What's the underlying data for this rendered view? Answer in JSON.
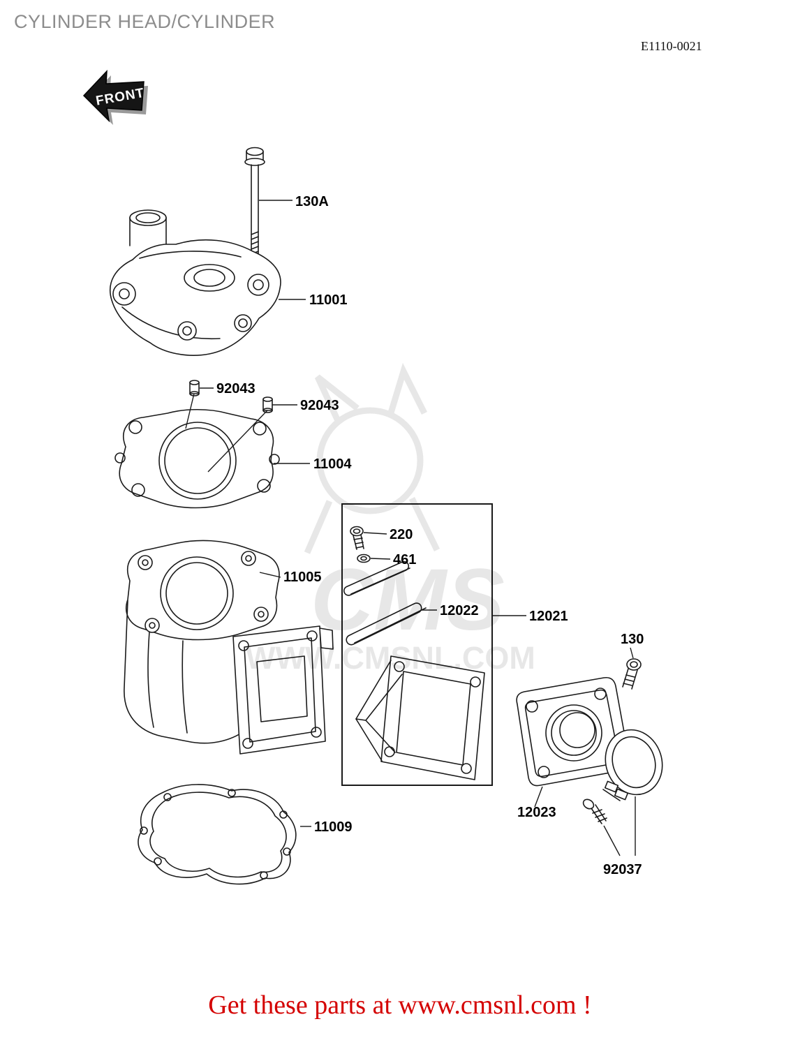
{
  "page": {
    "title": "CYLINDER HEAD/CYLINDER",
    "diagram_code": "E1110-0021",
    "footer_text": "Get these parts at www.cmsnl.com !"
  },
  "front_arrow": {
    "label": "FRONT"
  },
  "watermark": {
    "brand": "CMS",
    "url": "WWW.CMSNL.COM"
  },
  "labels": {
    "bolt_130a": "130A",
    "cylinder_head": "11001",
    "dowel_1": "92043",
    "dowel_2": "92043",
    "head_gasket": "11004",
    "cylinder": "11005",
    "screw_220": "220",
    "washer_461": "461",
    "reed_12022": "12022",
    "reed_assy_12021": "12021",
    "bolt_130": "130",
    "manifold_12023": "12023",
    "clamp_92037": "92037",
    "base_gasket_11009": "11009"
  },
  "colors": {
    "footer_red": "#d40000",
    "title_gray": "#8c8c8c",
    "line_black": "#1a1a1a"
  }
}
